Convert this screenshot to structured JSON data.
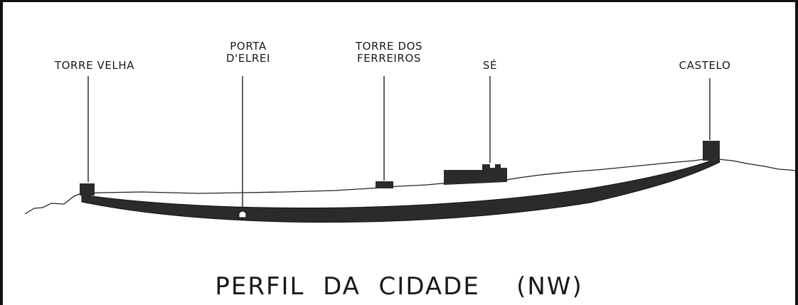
{
  "labels": {
    "torre_velha": "TORRE VELHA",
    "porta_delrei": "PORTA\nD'ELREI",
    "torre_ferreiros": "TORRE DOS\nFERREIROS",
    "se": "SÉ",
    "castelo": "CASTELO"
  },
  "caption": "PERFIL  DA  CIDADE    (NW)",
  "colors": {
    "ink": "#1a1a1a",
    "wall": "#2b2b2b",
    "paper": "#ffffff"
  }
}
